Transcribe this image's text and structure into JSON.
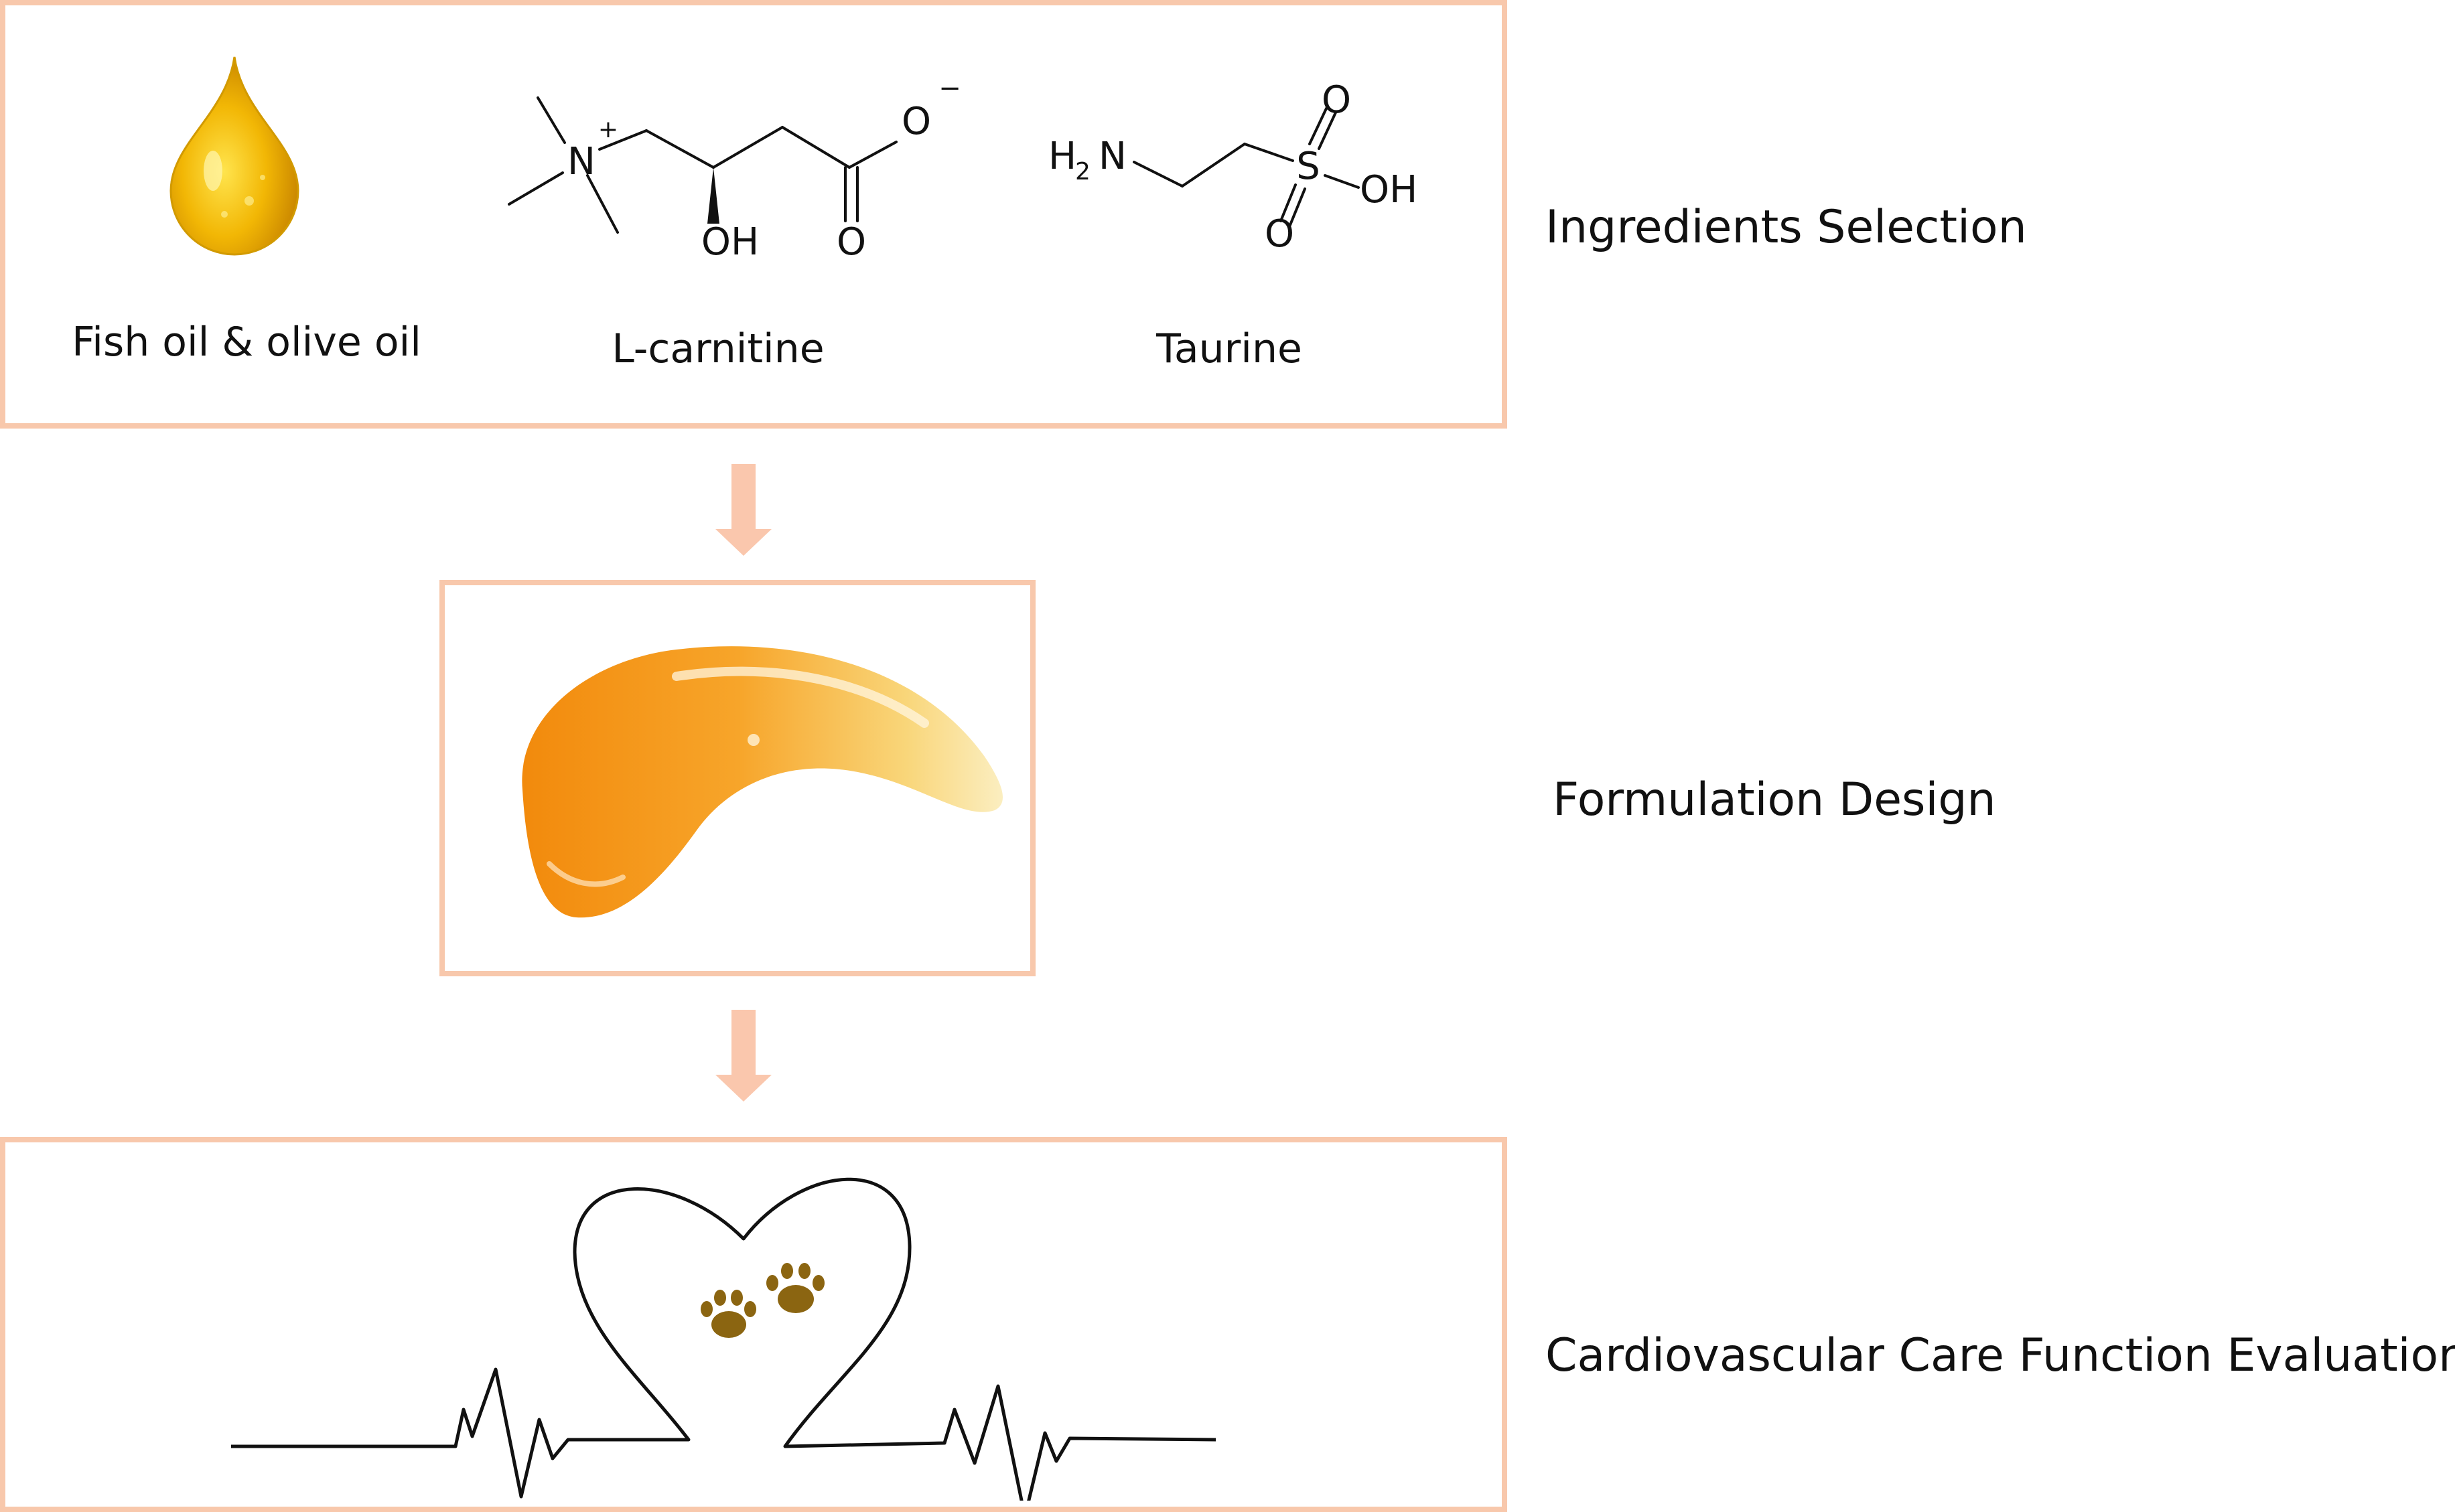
{
  "steps": {
    "ingredients": "Ingredients Selection",
    "formulation": "Formulation Design",
    "evaluation": "Cardiovascular Care Function Evaluation"
  },
  "ingredients": {
    "oil": "Fish oil & olive oil",
    "carnitine": "L-carnitine",
    "taurine": "Taurine"
  },
  "carnitine_atoms": {
    "n": "N",
    "n_charge": "+",
    "oh": "OH",
    "o_top": "O",
    "o_charge": "−",
    "o_bottom": "O"
  },
  "taurine_atoms": {
    "h": "H",
    "sub2": "2",
    "n": "N",
    "s": "S",
    "o_top": "O",
    "o_bottom": "O",
    "oh": "OH"
  },
  "colors": {
    "frame": "#f8c8ac",
    "arrow": "#fac7ad",
    "oil": "#f2b705",
    "gel": "#f59a1c",
    "paw": "#8b6511"
  }
}
